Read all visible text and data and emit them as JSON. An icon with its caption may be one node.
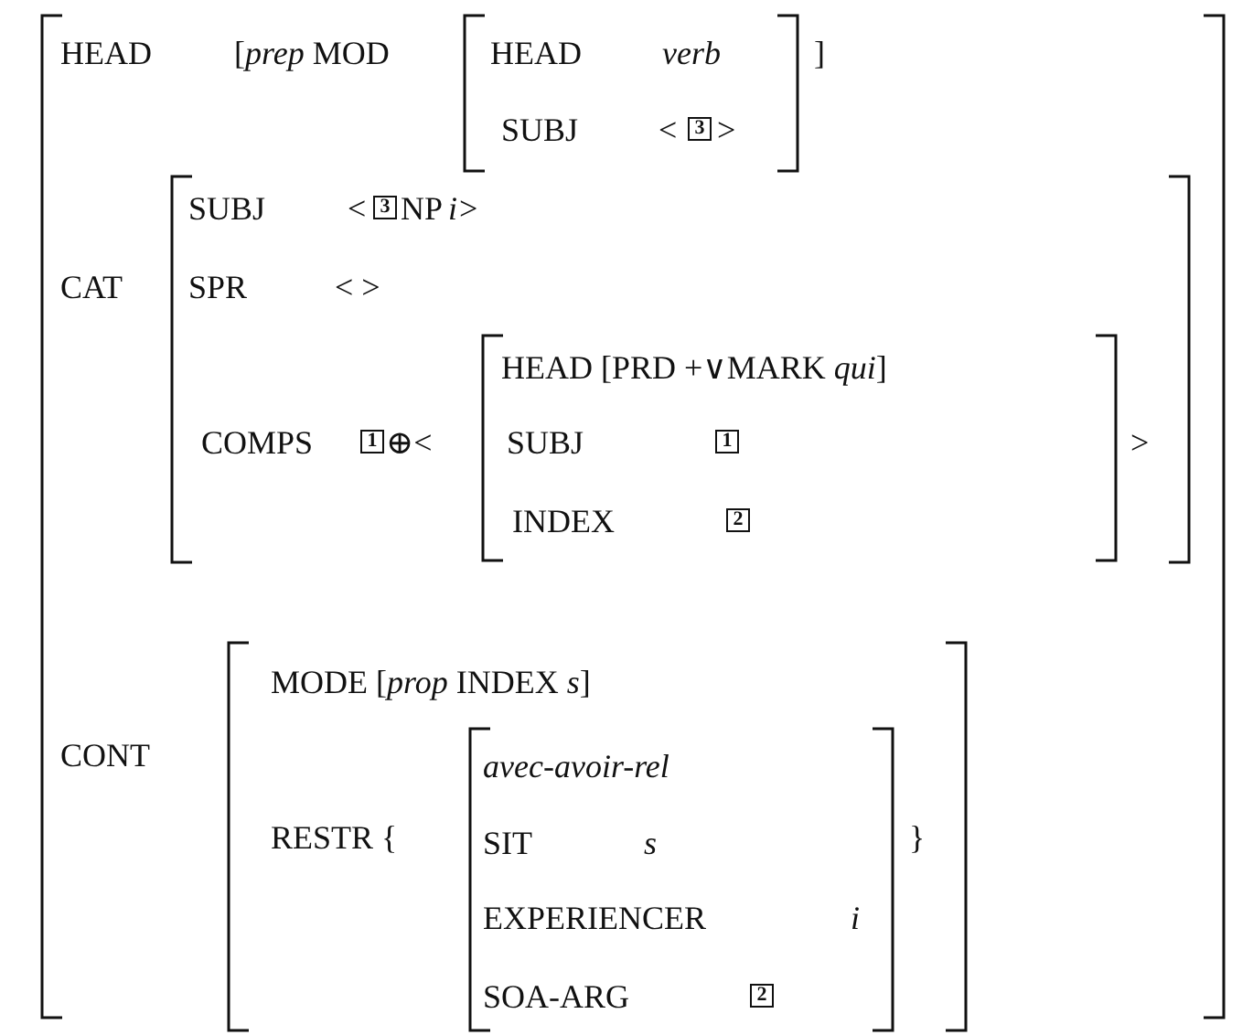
{
  "diagram": {
    "nodes": [
      {
        "text": [
          "HEAD",
          "[*prep* MOD",
          "]",
          "CAT",
          "CONT"
        ]
      },
      {
        "text": [
          "HEAD",
          "verb",
          "SUBJ",
          "<",
          ">"
        ],
        "in": 0
      },
      {
        "text": [
          "3"
        ],
        "in": 1
      },
      {
        "text": [
          "SUBJ",
          "<",
          "NP",
          "i",
          ">",
          "SPR",
          "< >",
          "COMPS",
          "⊕<",
          ">"
        ],
        "in": 0
      },
      {
        "text": [
          "3"
        ],
        "in": 3
      },
      {
        "text": [
          "1"
        ],
        "in": 3
      },
      {
        "text": [
          "HEAD [PRD +∨MARK *qui*]",
          "SUBJ",
          "INDEX"
        ],
        "in": 3
      },
      {
        "text": [
          "1"
        ],
        "in": 6
      },
      {
        "text": [
          "2"
        ],
        "in": 6
      },
      {
        "text": [
          "MODE [*prop* INDEX *s*]",
          "RESTR {",
          "}"
        ],
        "in": 0
      },
      {
        "text": [
          "avec-avoir-rel",
          "SIT",
          "s",
          "EXPERIENCER",
          "i",
          "SOA-ARG"
        ],
        "in": 9
      },
      {
        "text": [
          "2"
        ],
        "in": 10
      }
    ]
  }
}
